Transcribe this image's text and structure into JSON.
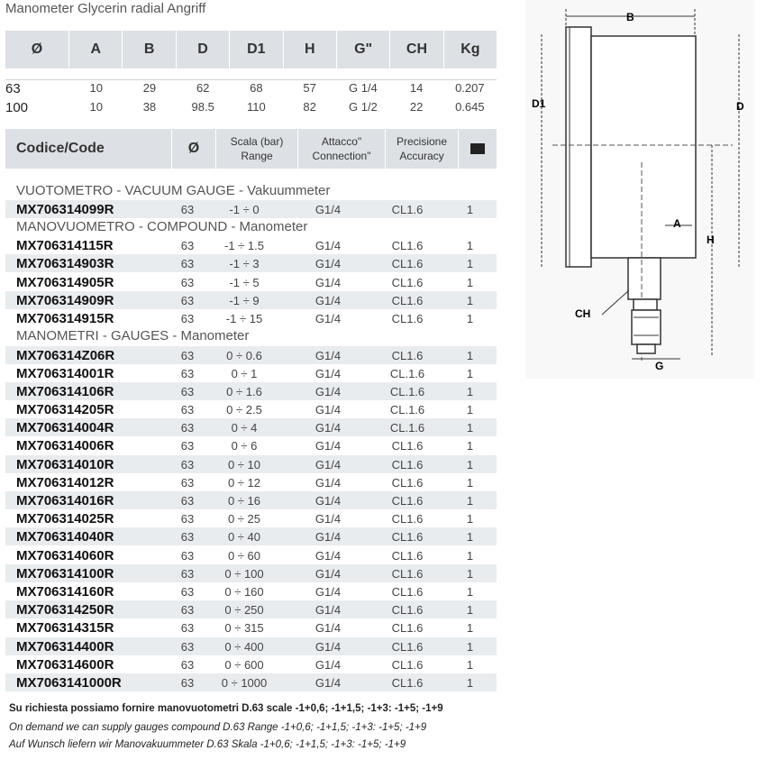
{
  "title": "Manometer Glycerin radial Angriff",
  "dimensions": {
    "headers": [
      "Ø",
      "A",
      "B",
      "D",
      "D1",
      "H",
      "G\"",
      "CH",
      "Kg"
    ],
    "rows": [
      [
        "63",
        "10",
        "29",
        "62",
        "68",
        "57",
        "G 1/4",
        "14",
        "0.207"
      ],
      [
        "100",
        "10",
        "38",
        "98.5",
        "110",
        "82",
        "G 1/2",
        "22",
        "0.645"
      ]
    ]
  },
  "codes_header": {
    "code": "Codice/Code",
    "dia": "Ø",
    "scale_l1": "Scala (bar)",
    "scale_l2": "Range",
    "conn_l1": "Attacco\"",
    "conn_l2": "Connection\"",
    "prec_l1": "Precisione",
    "prec_l2": "Accuracy",
    "pack_icon": "folder-icon"
  },
  "groups": {
    "vacuum": "VUOTOMETRO - VACUUM GAUGE - Vakuummeter",
    "compound": "MANOVUOMETRO - COMPOUND - Manometer",
    "gauges": "MANOMETRI - GAUGES - Manometer"
  },
  "rows": [
    [
      "MX706314099R",
      "63",
      "-1 ÷ 0",
      "G1/4",
      "CL1.6",
      "1"
    ],
    [
      "MX706314115R",
      "63",
      "-1 ÷ 1.5",
      "G1/4",
      "CL1.6",
      "1"
    ],
    [
      "MX706314903R",
      "63",
      "-1 ÷ 3",
      "G1/4",
      "CL1.6",
      "1"
    ],
    [
      "MX706314905R",
      "63",
      "-1 ÷ 5",
      "G1/4",
      "CL1.6",
      "1"
    ],
    [
      "MX706314909R",
      "63",
      "-1 ÷ 9",
      "G1/4",
      "CL1.6",
      "1"
    ],
    [
      "MX706314915R",
      "63",
      "-1 ÷ 15",
      "G1/4",
      "CL1.6",
      "1"
    ],
    [
      "MX706314Z06R",
      "63",
      "0 ÷ 0.6",
      "G1/4",
      "CL1.6",
      "1"
    ],
    [
      "MX706314001R",
      "63",
      "0 ÷ 1",
      "G1/4",
      "CL.1.6",
      "1"
    ],
    [
      "MX706314106R",
      "63",
      "0 ÷ 1.6",
      "G1/4",
      "CL.1.6",
      "1"
    ],
    [
      "MX706314205R",
      "63",
      "0 ÷ 2.5",
      "G1/4",
      "CL.1.6",
      "1"
    ],
    [
      "MX706314004R",
      "63",
      "0 ÷ 4",
      "G1/4",
      "CL.1.6",
      "1"
    ],
    [
      "MX706314006R",
      "63",
      "0 ÷ 6",
      "G1/4",
      "CL1.6",
      "1"
    ],
    [
      "MX706314010R",
      "63",
      "0 ÷ 10",
      "G1/4",
      "CL1.6",
      "1"
    ],
    [
      "MX706314012R",
      "63",
      "0 ÷ 12",
      "G1/4",
      "CL1.6",
      "1"
    ],
    [
      "MX706314016R",
      "63",
      "0 ÷ 16",
      "G1/4",
      "CL1.6",
      "1"
    ],
    [
      "MX706314025R",
      "63",
      "0 ÷ 25",
      "G1/4",
      "CL1.6",
      "1"
    ],
    [
      "MX706314040R",
      "63",
      "0 ÷ 40",
      "G1/4",
      "CL1.6",
      "1"
    ],
    [
      "MX706314060R",
      "63",
      "0 ÷ 60",
      "G1/4",
      "CL1.6",
      "1"
    ],
    [
      "MX706314100R",
      "63",
      "0 ÷ 100",
      "G1/4",
      "CL1.6",
      "1"
    ],
    [
      "MX706314160R",
      "63",
      "0 ÷ 160",
      "G1/4",
      "CL1.6",
      "1"
    ],
    [
      "MX706314250R",
      "63",
      "0 ÷ 250",
      "G1/4",
      "CL1.6",
      "1"
    ],
    [
      "MX706314315R",
      "63",
      "0 ÷ 315",
      "G1/4",
      "CL1.6",
      "1"
    ],
    [
      "MX706314400R",
      "63",
      "0 ÷ 400",
      "G1/4",
      "CL1.6",
      "1"
    ],
    [
      "MX706314600R",
      "63",
      "0 ÷ 600",
      "G1/4",
      "CL1.6",
      "1"
    ],
    [
      "MX7063141000R",
      "63",
      "0 ÷ 1000",
      "G1/4",
      "CL1.6",
      "1"
    ]
  ],
  "notes": {
    "it": "Su richiesta possiamo fornire manovuotometri D.63 scale -1+0,6; -1+1,5; -1+3: -1+5; -1+9",
    "en": "On demand we can supply gauges compound D.63 Range -1+0,6; -1+1,5; -1+3: -1+5; -1+9",
    "de": "Auf Wunsch liefern wir Manovakuummeter D.63 Skala -1+0,6; -1+1,5; -1+3: -1+5; -1+9"
  },
  "drawing_labels": {
    "B": "B",
    "D1": "D1",
    "D": "D",
    "A": "A",
    "H": "H",
    "CH": "CH",
    "G": "G"
  }
}
